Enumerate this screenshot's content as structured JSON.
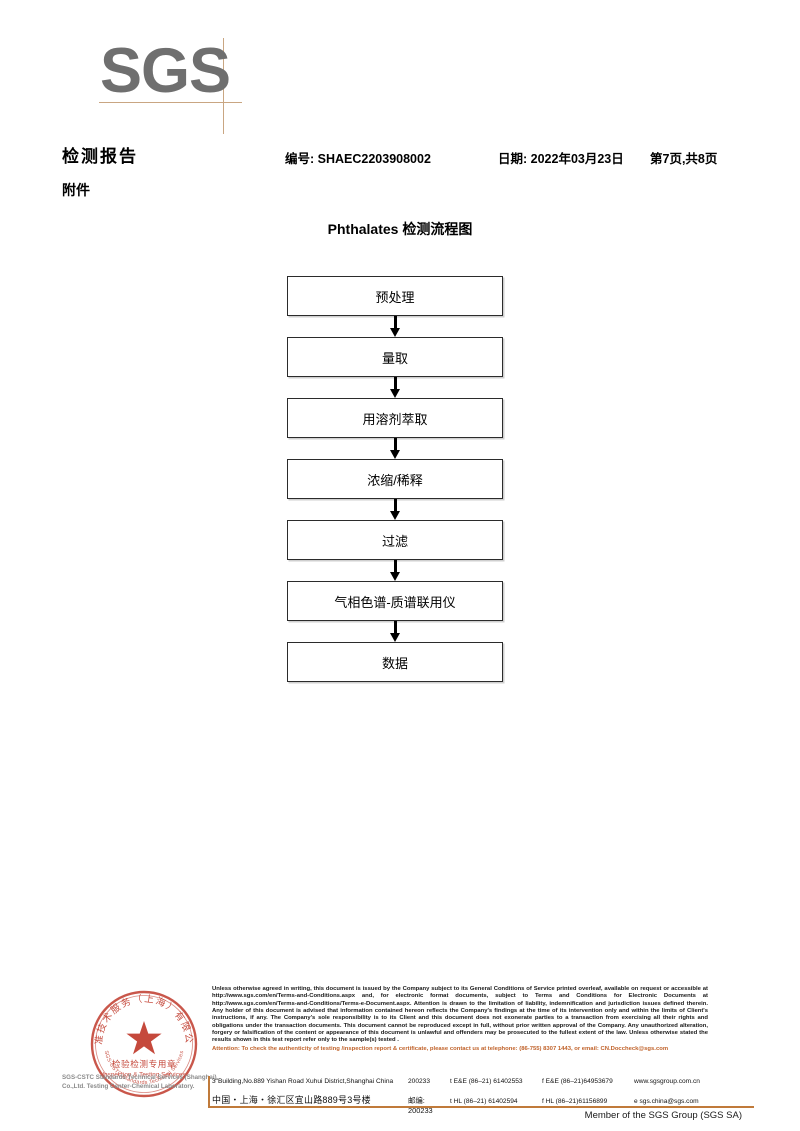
{
  "logo": {
    "text": "SGS"
  },
  "header": {
    "title": "检测报告",
    "subtitle": "附件",
    "report_no": "编号: SHAEC2203908002",
    "date": "日期: 2022年03月23日",
    "page": "第7页,共8页"
  },
  "flowchart": {
    "title": "Phthalates 检测流程图",
    "steps": [
      {
        "label": "预处理"
      },
      {
        "label": "量取"
      },
      {
        "label": "用溶剂萃取"
      },
      {
        "label": "浓缩/稀释"
      },
      {
        "label": "过滤"
      },
      {
        "label": "气相色谱-质谱联用仪"
      },
      {
        "label": "数据"
      }
    ]
  },
  "seal": {
    "outer_text": "标准技术服务（上海）有限公司",
    "arc_bottom": "SGS-CSTC Standards Technical Services",
    "line1": "检验检测专用章",
    "line2": "Inspection & Testing Services",
    "caption": "SGS-CSTC Standards Technical Services (Shanghai) Co.,Ltd. Testing Center-Chemical Laboratory.",
    "color": "#c0392b"
  },
  "footer": {
    "legal": "Unless otherwise agreed in writing, this document is issued by the Company subject to its General Conditions of Service printed overleaf, available on request or accessible at http://www.sgs.com/en/Terms-and-Conditions.aspx and, for electronic format documents, subject to Terms and Conditions for Electronic Documents at http://www.sgs.com/en/Terms-and-Conditions/Terms-e-Document.aspx. Attention is drawn to the limitation of liability, indemnification and jurisdiction issues defined therein. Any holder of this document is advised that information contained hereon reflects the Company's findings at the time of its intervention only and within the limits of Client's instructions, if any. The Company's sole responsibility is to its Client and this document does not exonerate parties to a transaction from exercising all their rights and obligations under the transaction documents. This document cannot be reproduced except in full, without prior written approval of the Company. Any unauthorized alteration, forgery or falsification of the content or appearance of this document is unlawful and offenders may be prosecuted to the fullest extent of the law. Unless otherwise stated the results shown in this test report refer only to the sample(s) tested .",
    "attention": "Attention: To check the authenticity of testing /inspection report & certificate, please contact us at telephone: (86-755) 8307 1443, or email: CN.Doccheck@sgs.com",
    "address_en": "3\"Building,No.889 Yishan Road Xuhui District,Shanghai China",
    "address_cn": "中国・上海・徐汇区宜山路889号3号楼",
    "zip_en": "200233",
    "zip_cn": "邮编: 200233",
    "tel_ee": "t E&E (86–21) 61402553",
    "fax_ee": "f E&E (86–21)64953679",
    "tel_hl": "t HL (86–21) 61402594",
    "fax_hl": "f HL (86–21)61156899",
    "website": "www.sgsgroup.com.cn",
    "email": "e  sgs.china@sgs.com",
    "member": "Member of the SGS Group (SGS SA)"
  },
  "colors": {
    "logo_gray": "#6f6f6f",
    "logo_rule": "#c9a682",
    "accent_orange": "#c07a3a",
    "attention": "#c0622a",
    "seal_red": "#c0392b"
  }
}
